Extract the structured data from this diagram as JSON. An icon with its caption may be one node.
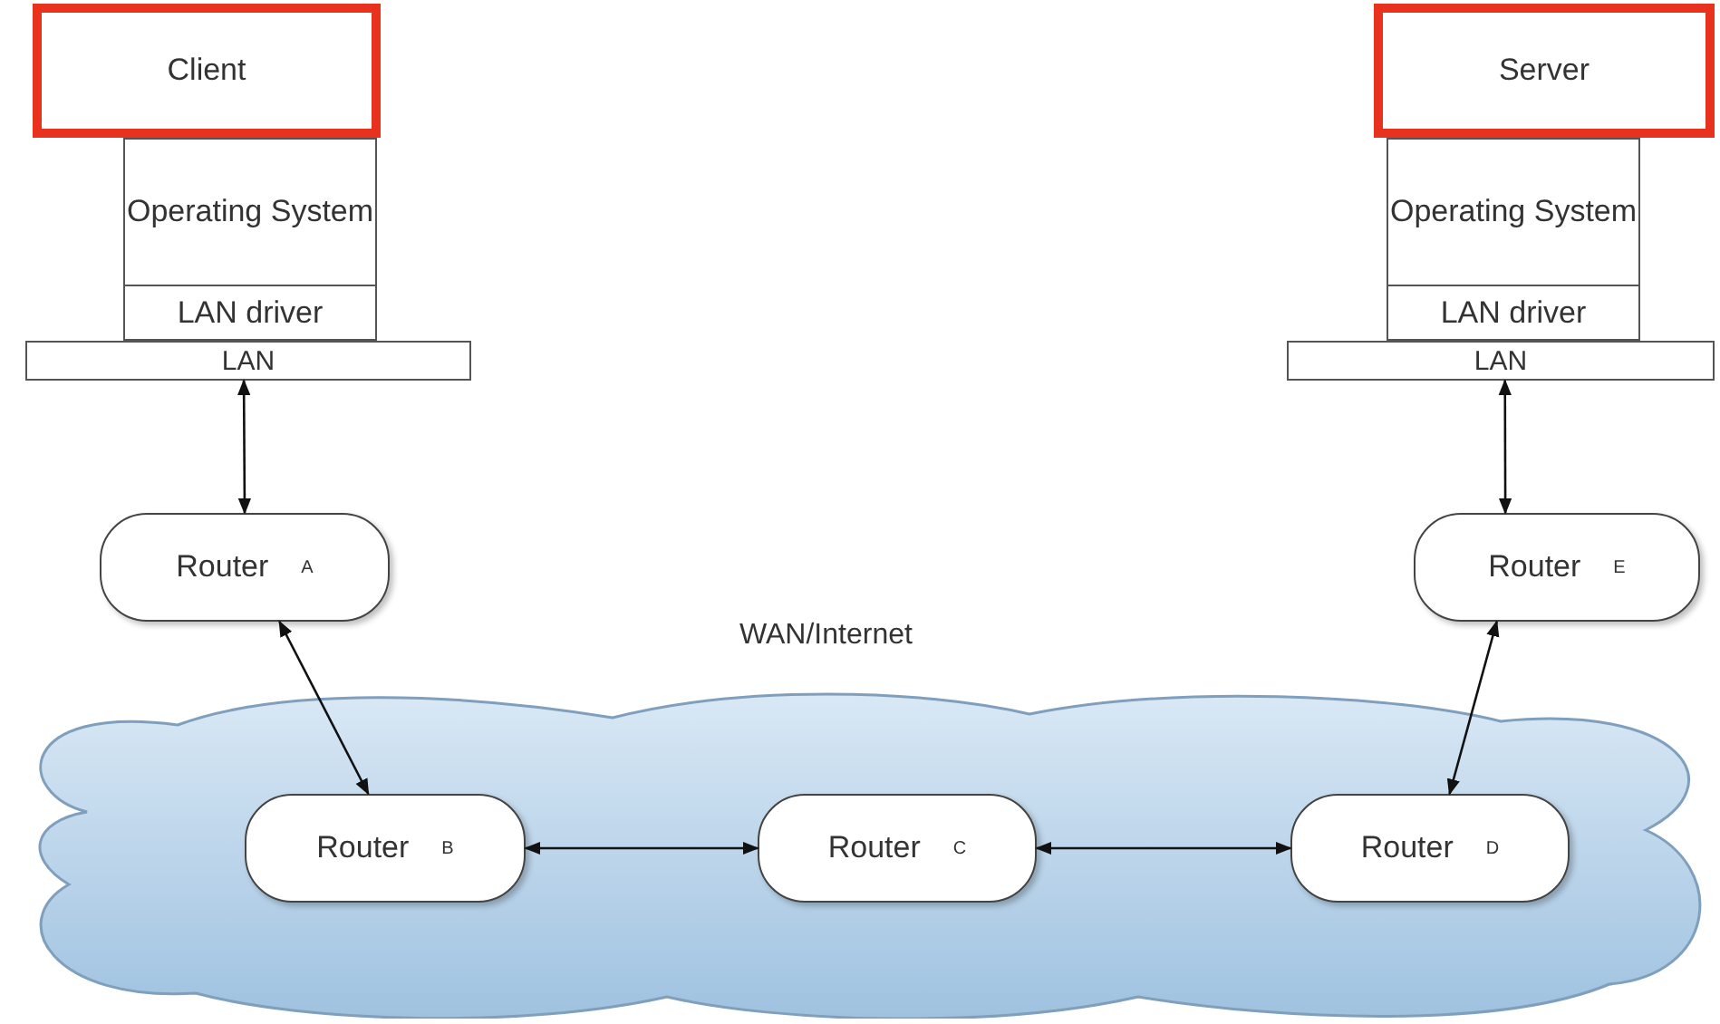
{
  "diagram": {
    "nodes": [
      {
        "text": [
          "Client"
        ]
      },
      {
        "text": [
          "Operating System"
        ]
      },
      {
        "text": [
          "LAN driver"
        ]
      },
      {
        "text": [
          "LAN"
        ]
      },
      {
        "text": [
          "Server"
        ]
      },
      {
        "text": [
          "Operating System"
        ]
      },
      {
        "text": [
          "LAN driver"
        ]
      },
      {
        "text": [
          "LAN"
        ]
      },
      {
        "text": [
          "Router",
          "A"
        ]
      },
      {
        "text": [
          "Router",
          "E"
        ]
      },
      {
        "text": [
          "WAN/Internet"
        ]
      },
      {
        "text": [
          "Router",
          "B"
        ],
        "in": 10
      },
      {
        "text": [
          "Router",
          "C"
        ],
        "in": 10
      },
      {
        "text": [
          "Router",
          "D"
        ],
        "in": 10
      }
    ],
    "edges": [
      {
        "from": 3,
        "to": 8,
        "arrow": "both"
      },
      {
        "from": 8,
        "to": 11,
        "arrow": "both"
      },
      {
        "from": 11,
        "to": 12,
        "arrow": "both"
      },
      {
        "from": 12,
        "to": 13,
        "arrow": "both"
      },
      {
        "from": 13,
        "to": 9,
        "arrow": "both"
      },
      {
        "from": 9,
        "to": 7,
        "arrow": "both"
      }
    ]
  }
}
